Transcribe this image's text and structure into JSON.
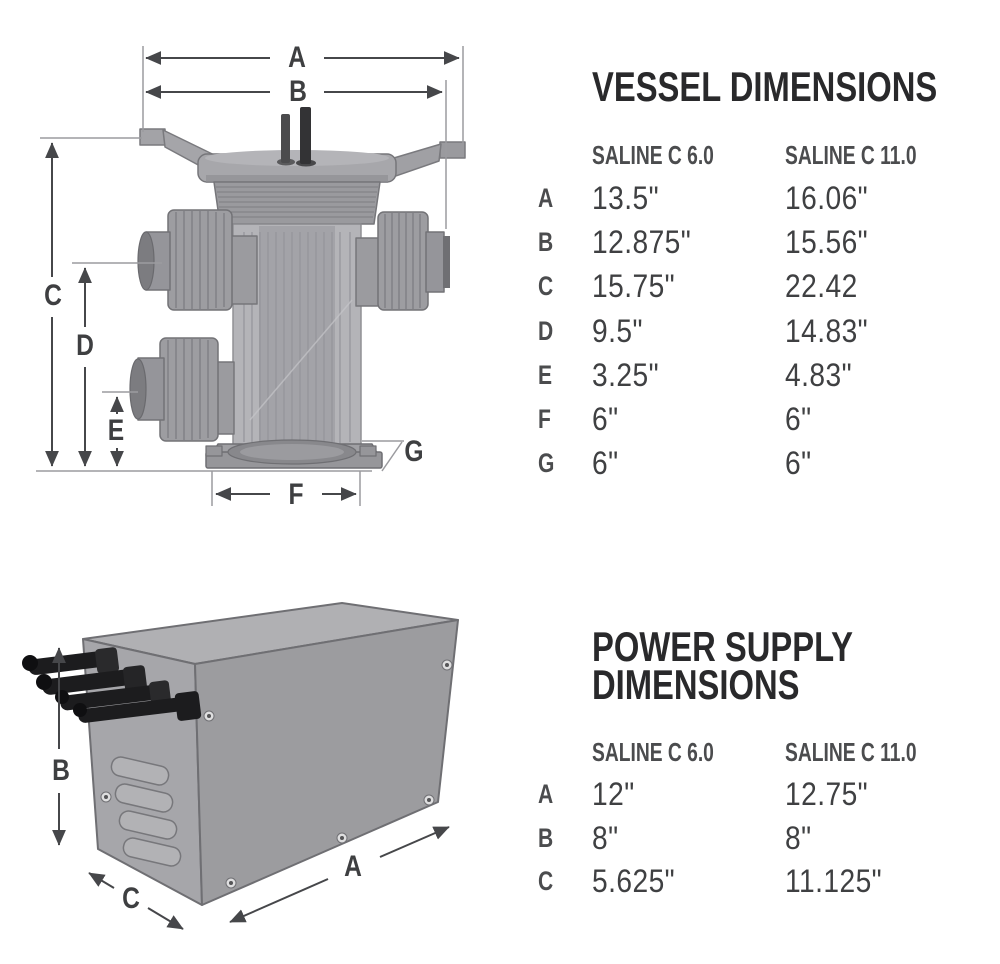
{
  "colors": {
    "dimension_line": "#46474a",
    "extension_line": "#9b9b9f",
    "text_ink": "#3f4042",
    "drawing_gray_light": "#b2b2b6",
    "drawing_gray_mid": "#9d9da1",
    "drawing_gray_dark": "#77777b",
    "cable_black": "#1c1c1e"
  },
  "vessel_diagram": {
    "name": "vessel-technical-drawing",
    "labels": {
      "a": "A",
      "b": "B",
      "c": "C",
      "d": "D",
      "e": "E",
      "f": "F",
      "g": "G"
    }
  },
  "vessel_table": {
    "title": "VESSEL DIMENSIONS",
    "columns": [
      "SALINE C 6.0",
      "SALINE C 11.0"
    ],
    "rows": [
      {
        "label": "A",
        "c60": "13.5\"",
        "c110": "16.06\""
      },
      {
        "label": "B",
        "c60": "12.875\"",
        "c110": "15.56\""
      },
      {
        "label": "C",
        "c60": "15.75\"",
        "c110": "22.42"
      },
      {
        "label": "D",
        "c60": "9.5\"",
        "c110": "14.83\""
      },
      {
        "label": "E",
        "c60": "3.25\"",
        "c110": "4.83\""
      },
      {
        "label": "F",
        "c60": "6\"",
        "c110": "6\""
      },
      {
        "label": "G",
        "c60": "6\"",
        "c110": "6\""
      }
    ]
  },
  "power_diagram": {
    "name": "power-supply-technical-drawing",
    "labels": {
      "a": "A",
      "b": "B",
      "c": "C"
    }
  },
  "power_table": {
    "title_line1": "POWER SUPPLY",
    "title_line2": "DIMENSIONS",
    "columns": [
      "SALINE C 6.0",
      "SALINE C 11.0"
    ],
    "rows": [
      {
        "label": "A",
        "c60": "12\"",
        "c110": "12.75\""
      },
      {
        "label": "B",
        "c60": "8\"",
        "c110": "8\""
      },
      {
        "label": "C",
        "c60": "5.625\"",
        "c110": "11.125\""
      }
    ]
  }
}
